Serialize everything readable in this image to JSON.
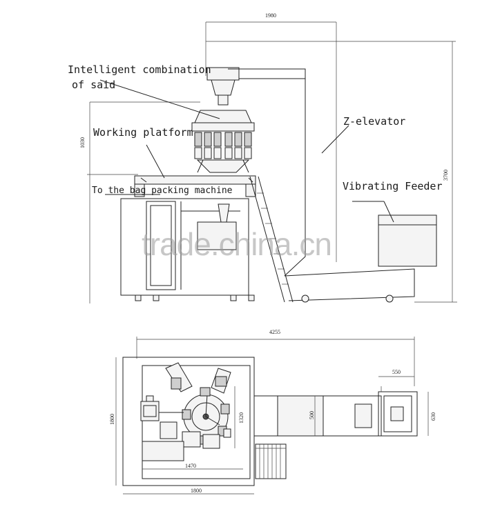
{
  "labels": {
    "combination_line1": "Intelligent combination",
    "combination_line2": "of said",
    "working_platform": "Working platform",
    "bag_packing": "To the bag packing machine",
    "z_elevator": "Z-elevator",
    "vibrating_feeder": "Vibrating Feeder"
  },
  "dimensions": {
    "top_width": "1980",
    "left_height": "1030",
    "right_height": "3700",
    "overall_width": "4255",
    "feeder_length": "550",
    "feeder_width": "630",
    "conveyor_width": "500",
    "platform_depth": "1800",
    "platform_width": "1800",
    "inner_width": "1470",
    "inner_height": "1320"
  },
  "watermark": "trade.china.cn"
}
